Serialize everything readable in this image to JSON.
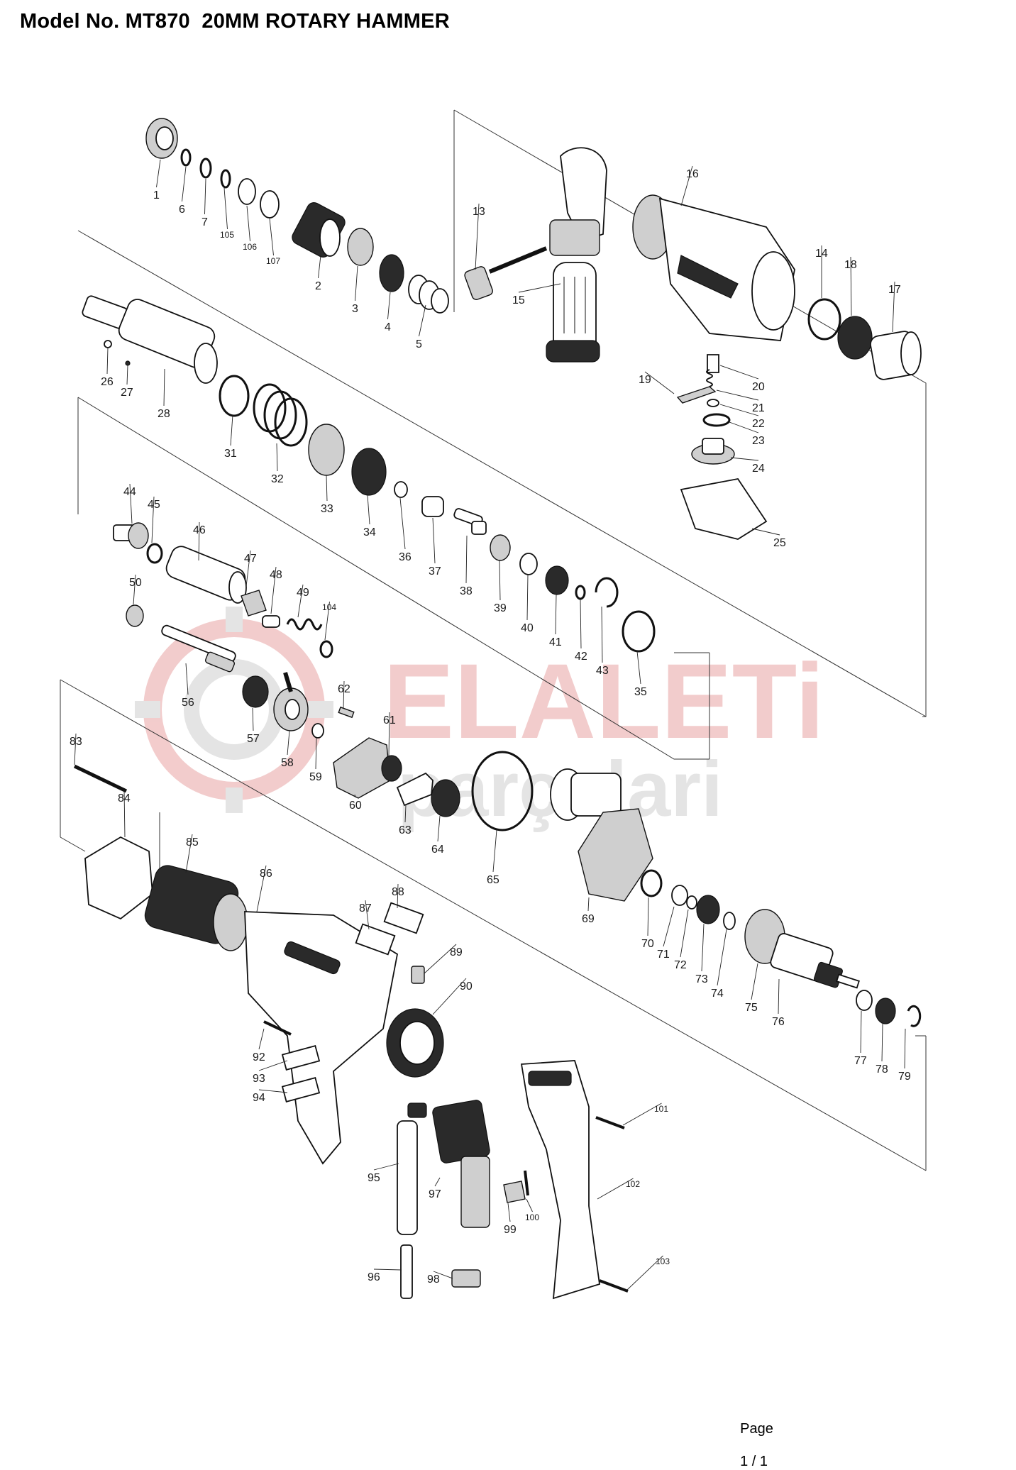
{
  "header": {
    "title": "Model No. MT870  20MM ROTARY HAMMER"
  },
  "watermark": {
    "line1": "ELALETi",
    "line2": "parçalari",
    "color1": "#e9a3a3",
    "color2": "#cfcfcf"
  },
  "footer": {
    "page_label": "Page",
    "page_value": "1 / 1"
  },
  "parts": [
    {
      "id": "1"
    },
    {
      "id": "2"
    },
    {
      "id": "3"
    },
    {
      "id": "4"
    },
    {
      "id": "5"
    },
    {
      "id": "6"
    },
    {
      "id": "7"
    },
    {
      "id": "13"
    },
    {
      "id": "14"
    },
    {
      "id": "15"
    },
    {
      "id": "16"
    },
    {
      "id": "17"
    },
    {
      "id": "18"
    },
    {
      "id": "19"
    },
    {
      "id": "20"
    },
    {
      "id": "21"
    },
    {
      "id": "22"
    },
    {
      "id": "23"
    },
    {
      "id": "24"
    },
    {
      "id": "25"
    },
    {
      "id": "26"
    },
    {
      "id": "27"
    },
    {
      "id": "28"
    },
    {
      "id": "31"
    },
    {
      "id": "32"
    },
    {
      "id": "33"
    },
    {
      "id": "34"
    },
    {
      "id": "35"
    },
    {
      "id": "36"
    },
    {
      "id": "37"
    },
    {
      "id": "38"
    },
    {
      "id": "39"
    },
    {
      "id": "40"
    },
    {
      "id": "41"
    },
    {
      "id": "42"
    },
    {
      "id": "43"
    },
    {
      "id": "44"
    },
    {
      "id": "45"
    },
    {
      "id": "46"
    },
    {
      "id": "47"
    },
    {
      "id": "48"
    },
    {
      "id": "49"
    },
    {
      "id": "50"
    },
    {
      "id": "56"
    },
    {
      "id": "57"
    },
    {
      "id": "58"
    },
    {
      "id": "59"
    },
    {
      "id": "60"
    },
    {
      "id": "61"
    },
    {
      "id": "62"
    },
    {
      "id": "63"
    },
    {
      "id": "64"
    },
    {
      "id": "65"
    },
    {
      "id": "69"
    },
    {
      "id": "70"
    },
    {
      "id": "71"
    },
    {
      "id": "72"
    },
    {
      "id": "73"
    },
    {
      "id": "74"
    },
    {
      "id": "75"
    },
    {
      "id": "76"
    },
    {
      "id": "77"
    },
    {
      "id": "78"
    },
    {
      "id": "79"
    },
    {
      "id": "83"
    },
    {
      "id": "84"
    },
    {
      "id": "85"
    },
    {
      "id": "86"
    },
    {
      "id": "87"
    },
    {
      "id": "88"
    },
    {
      "id": "89"
    },
    {
      "id": "90"
    },
    {
      "id": "92"
    },
    {
      "id": "93"
    },
    {
      "id": "94"
    },
    {
      "id": "95"
    },
    {
      "id": "96"
    },
    {
      "id": "97"
    },
    {
      "id": "98"
    },
    {
      "id": "99"
    },
    {
      "id": "100"
    },
    {
      "id": "101"
    },
    {
      "id": "102"
    },
    {
      "id": "103"
    },
    {
      "id": "104"
    },
    {
      "id": "105"
    },
    {
      "id": "106"
    },
    {
      "id": "107"
    }
  ]
}
